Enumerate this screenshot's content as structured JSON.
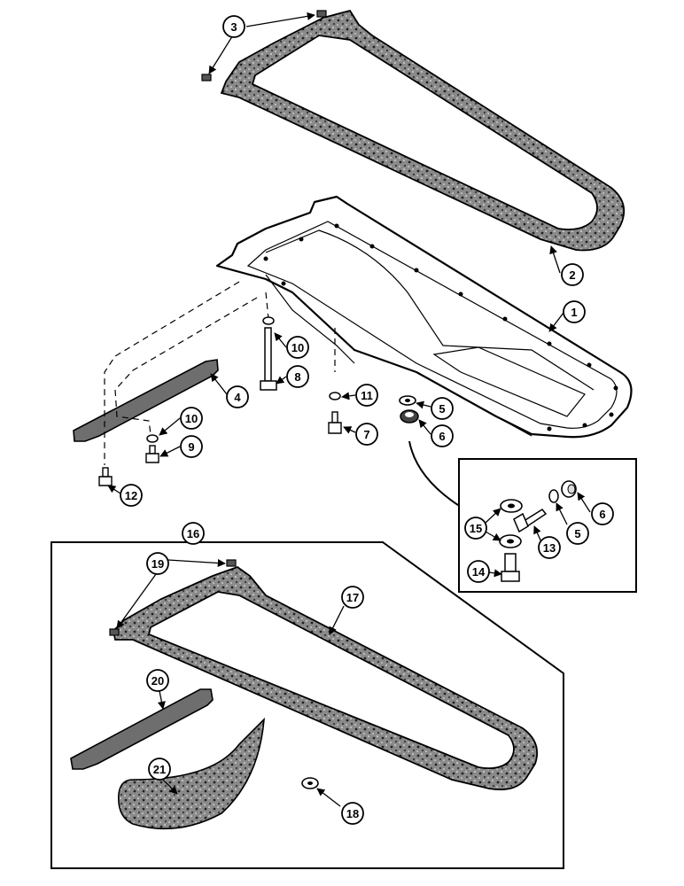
{
  "callouts": {
    "c1": "1",
    "c2": "2",
    "c3": "3",
    "c4": "4",
    "c5a": "5",
    "c5b": "5",
    "c6a": "6",
    "c6b": "6",
    "c7": "7",
    "c8": "8",
    "c9": "9",
    "c10a": "10",
    "c10b": "10",
    "c11": "11",
    "c12": "12",
    "c13": "13",
    "c14": "14",
    "c15": "15",
    "c16": "16",
    "c17": "17",
    "c18": "18",
    "c19": "19",
    "c20": "20",
    "c21": "21"
  }
}
